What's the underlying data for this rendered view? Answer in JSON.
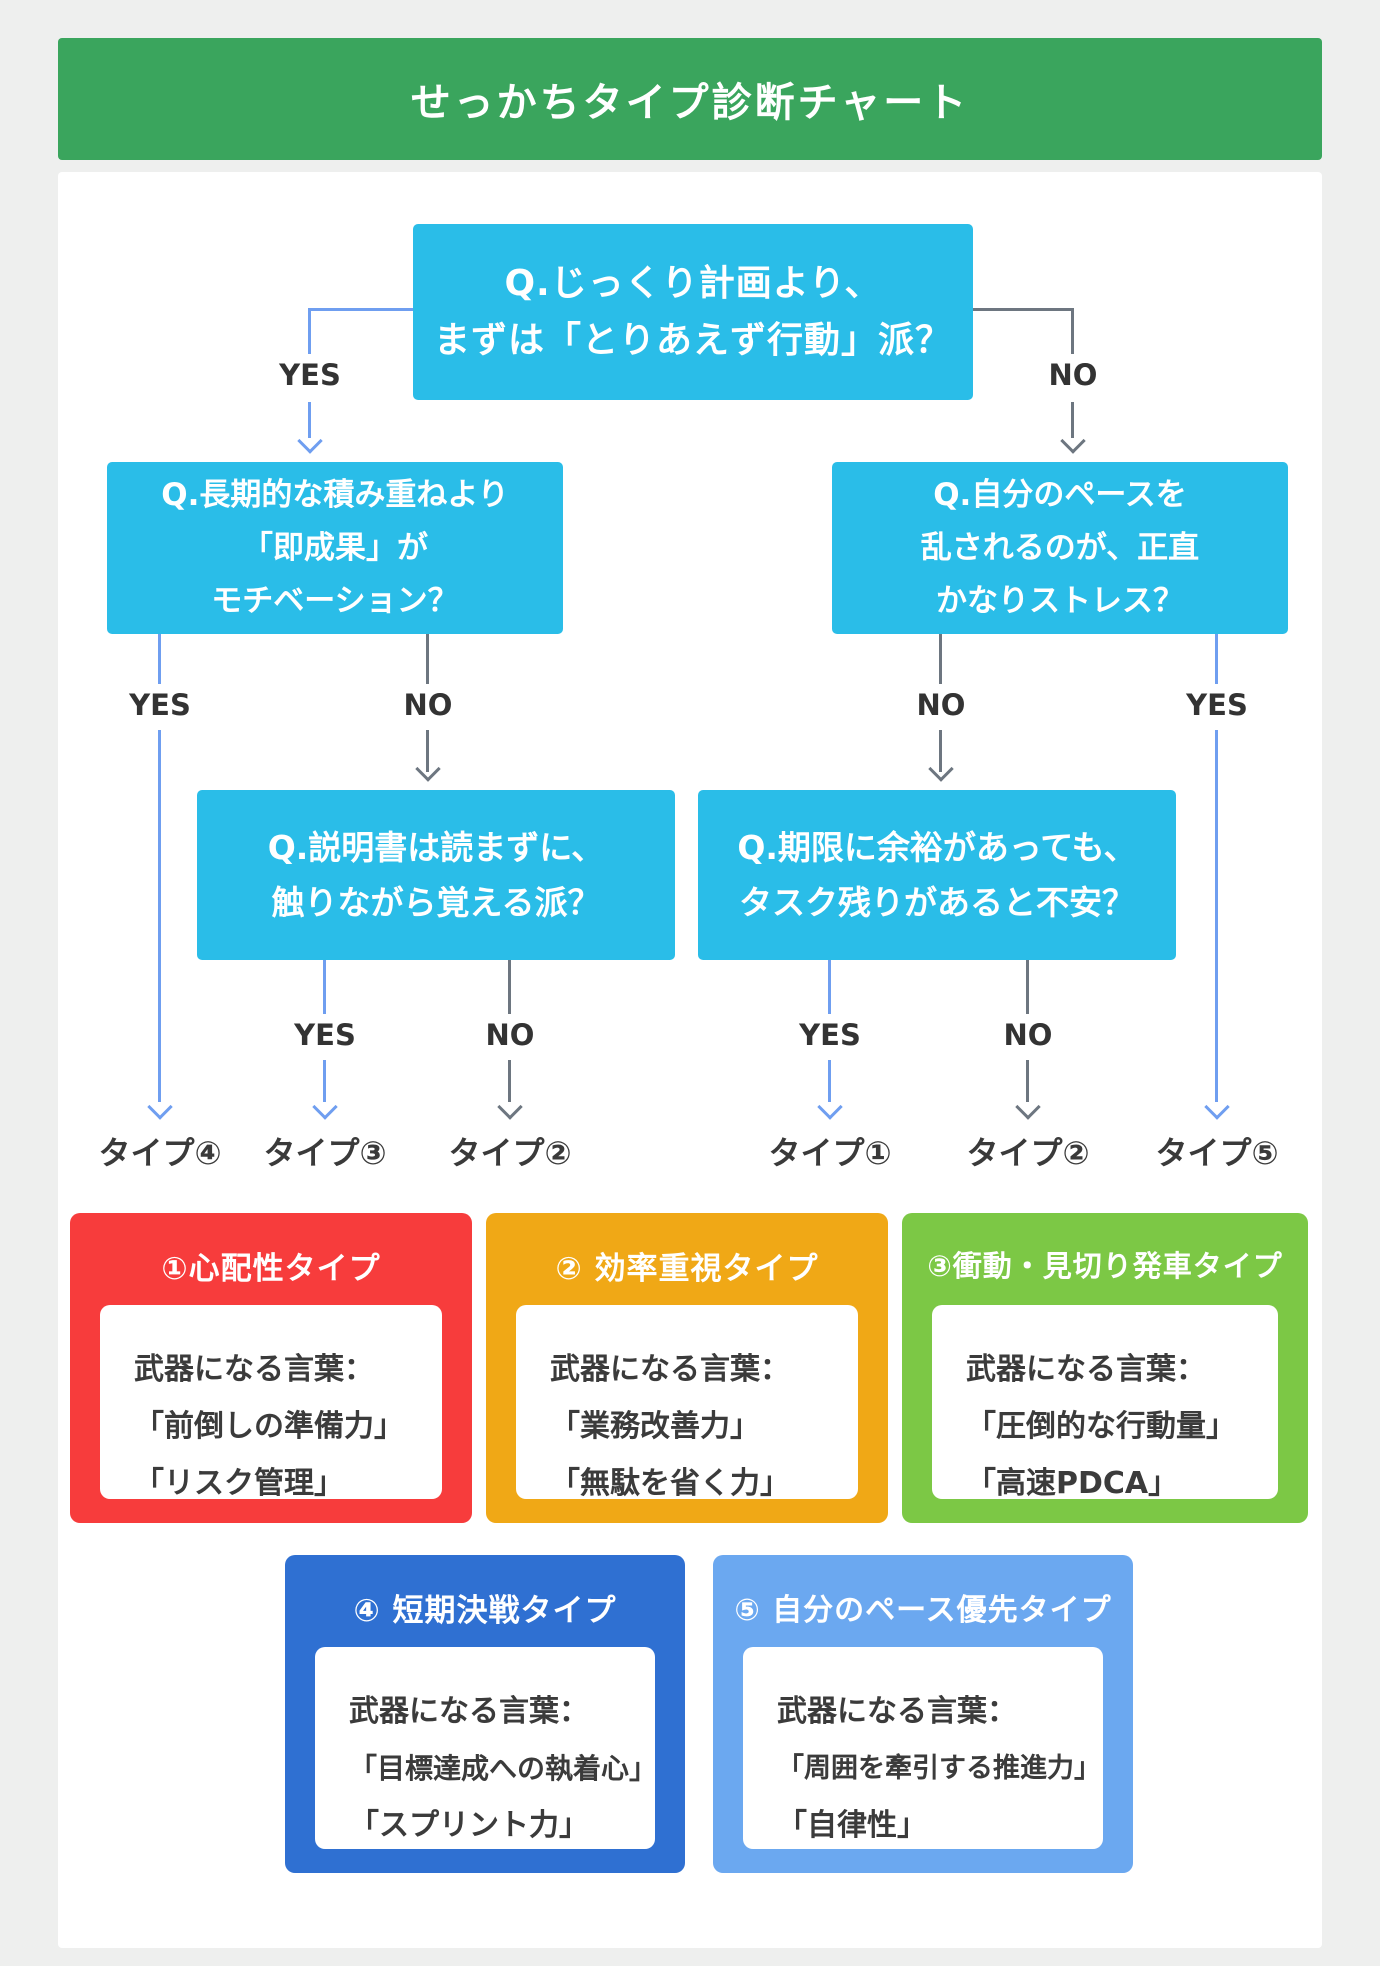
{
  "header": {
    "title": "せっかちタイプ診断チャート"
  },
  "flowchart": {
    "labels": {
      "yes": "YES",
      "no": "NO"
    },
    "questions": {
      "q1": {
        "lines": [
          "Q.じっくり計画より、",
          "まずは「とりあえず行動」派？"
        ]
      },
      "q2_left": {
        "lines": [
          "Q.長期的な積み重ねより",
          "「即成果」が",
          "モチベーション？"
        ]
      },
      "q2_right": {
        "lines": [
          "Q.自分のペースを",
          "乱されるのが、正直",
          "かなりストレス？"
        ]
      },
      "q3_left": {
        "lines": [
          "Q.説明書は読まずに、",
          "触りながら覚える派？"
        ]
      },
      "q3_right": {
        "lines": [
          "Q.期限に余裕があっても、",
          "タスク残りがあると不安？"
        ]
      }
    },
    "results": [
      "タイプ④",
      "タイプ③",
      "タイプ②",
      "タイプ①",
      "タイプ②",
      "タイプ⑤"
    ],
    "colors": {
      "header_green": "#3aa55d",
      "question_box": "#2abde8",
      "yes_line": "#6f9ef0",
      "no_line": "#6d7680"
    }
  },
  "cards": [
    {
      "title": "①心配性タイプ",
      "color": "#f73c3c",
      "lines": [
        "武器になる言葉：",
        "「前倒しの準備力」",
        "「リスク管理」"
      ]
    },
    {
      "title": "② 効率重視タイプ",
      "color": "#f0a816",
      "lines": [
        "武器になる言葉：",
        "「業務改善力」",
        "「無駄を省く力」"
      ]
    },
    {
      "title": "③衝動・見切り発車タイプ",
      "color": "#7cc845",
      "lines": [
        "武器になる言葉：",
        "「圧倒的な行動量」",
        "「高速PDCA」"
      ]
    },
    {
      "title": "④ 短期決戦タイプ",
      "color": "#2f70d2",
      "lines": [
        "武器になる言葉：",
        "「目標達成への執着心」",
        "「スプリント力」"
      ]
    },
    {
      "title": "⑤ 自分のペース優先タイプ",
      "color": "#6ba8f0",
      "lines": [
        "武器になる言葉：",
        "「周囲を牽引する推進力」",
        "「自律性」"
      ]
    }
  ]
}
